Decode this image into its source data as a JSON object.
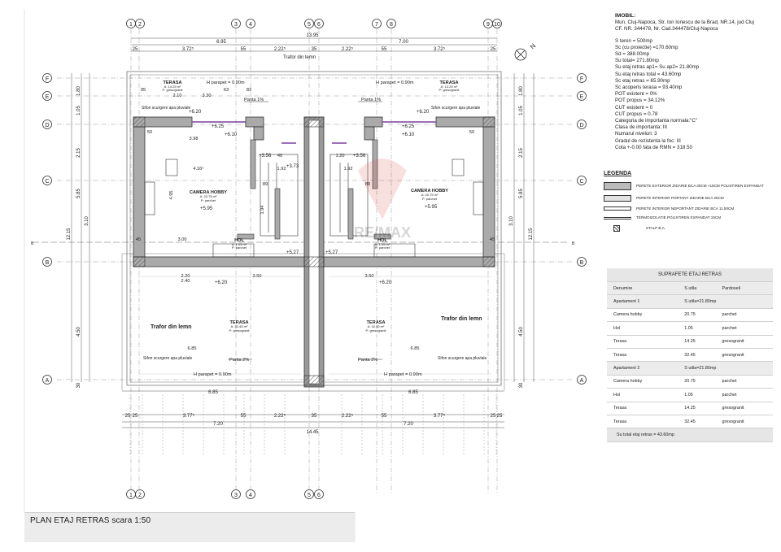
{
  "info": {
    "title": "IMOBIL:",
    "address_lines": [
      "Mun. Cluj-Napoca, Str. Ion Ionescu de la Brad, NR.14, jud Cluj",
      "CF. NR. 344478, Nr. Cad.344478/Cluj-Napoca"
    ],
    "stats": [
      "S teren = 500mp",
      "Sc (cu proiectie) =170.60mp",
      "Sd = 388.00mp",
      "Su total= 271.80mp",
      "Su etaj retras ap1= Su ap2= 21.80mp",
      "Su etaj retras total = 43.60mp",
      "Sc etaj retras = 65.90mp",
      "Sc acoperis terasa = 93.40mp",
      "POT existent = 0%",
      "POT propus = 34.12%",
      "CUT existent = 0",
      "CUT propus = 0.78",
      "Categoria de importanta normala:\"C\"",
      "Clasa de importanta: III",
      "Numarul niveluri: 3",
      "Gradul de rezistenta la foc: III",
      "Cota +-0.00 fata de RMN = 318.50"
    ]
  },
  "legend": {
    "title": "LEGENDA",
    "items": [
      "PERETE EXTERIOR ZIDARIE BCA 30CM +15CM POLISTIREN EXPANDAT",
      "PERETE INTERIOR PORTANT  ZIDARIE BCA 25CM",
      "PERETE INTERIOR NEPORTANT  ZIDARIE BCA 11.50CM",
      "TERMOIZOLATIE POLISTIREN EXPANDAT 15CM",
      "STALP B.A."
    ]
  },
  "areas": {
    "title": "SUPRAFETE ETAJ RETRAS",
    "headers": [
      "Denumire",
      "S utila",
      "Pardoseli"
    ],
    "groups": [
      {
        "name": "Apartament 1",
        "total": "S utila=21.80mp",
        "rows": [
          [
            "Camera hobby",
            "20.75",
            "parchet"
          ],
          [
            "Hol",
            "1.05",
            "parchet"
          ],
          [
            "Terasa",
            "14.25",
            "gresogranit"
          ],
          [
            "Terasa",
            "32.45",
            "gresogranit"
          ]
        ]
      },
      {
        "name": "Apartament 2",
        "total": "S utila=21.80mp",
        "rows": [
          [
            "Camera hobby",
            "20.75",
            "parchet"
          ],
          [
            "Hol",
            "1.05",
            "parchet"
          ],
          [
            "Terasa",
            "14.25",
            "gresogranit"
          ],
          [
            "Terasa",
            "32.45",
            "gresogranit"
          ]
        ]
      }
    ],
    "grand_total": "Su total etaj retras = 43.60mp"
  },
  "footer_title": "PLAN ETAJ RETRAS scara 1:50",
  "plan": {
    "top_axes": [
      "1",
      "2",
      "3",
      "4",
      "5",
      "6",
      "7",
      "8",
      "9",
      "10"
    ],
    "row_axes": [
      "F",
      "E",
      "D",
      "C",
      "B",
      "A"
    ],
    "section_mark": "B",
    "north": "N",
    "top_dims_total": "13.95",
    "top_dims_half": [
      "6.95",
      "7.00"
    ],
    "top_dims_parts": [
      "25",
      "3.72⁵",
      "55",
      "2.22⁵",
      "35",
      "2.22⁵",
      "55",
      "3.72⁵",
      "25"
    ],
    "bottom_dims_total": "14.45",
    "bottom_dims_half": [
      "6.85",
      "6.85",
      "7.20",
      "7.20"
    ],
    "bottom_dims_parts": [
      "25",
      "25",
      "3.77⁵",
      "55",
      "2.22⁵",
      "35",
      "2.22⁵",
      "55",
      "3.77⁵",
      "25",
      "25"
    ],
    "left_dims": [
      "1.80",
      "1.05",
      "2.15",
      "5.85",
      "3.10",
      "12.15",
      "4.50",
      "30"
    ],
    "right_dims": [
      "1.80",
      "1.05",
      "2.15",
      "5.85",
      "3.10",
      "12.15",
      "4.50",
      "30"
    ],
    "trafor_top": "Trafor din lemn",
    "trafor_left": "Trafor din lemn",
    "trafor_right": "Trafor din lemn",
    "parapet_top_left": "H parapet = 0.90m",
    "parapet_top_right": "H parapet = 0.90m",
    "parapet_bottom_left": "H parapet = 0.90m",
    "parapet_bottom_right": "H parapet = 0.90m",
    "sifon": "Sifon scurgere apa pluviale",
    "panta_1": "Panta 1%",
    "panta_2": "Panta 2%",
    "rooms": {
      "terasa_top_name": "TERASA",
      "terasa_top_area": "A: 14.25 m²",
      "terasa_top_floor": "P: gresogranit",
      "camera_name": "CAMERA HOBBY",
      "camera_area": "A: 20.75 m²",
      "camera_floor": "P: parchet",
      "hol_name": "HOL",
      "hol_area": "A: 1.05 m²",
      "hol_floor": "P: parchet",
      "terasa_bottom_name": "TERASA",
      "terasa_bottom_area": "A: 32.45 m²",
      "terasa_bottom_floor": "P: gresogranit"
    },
    "levels": [
      "+6.20",
      "+6.25",
      "+6.10",
      "+5.95",
      "+5.27",
      "+3.56",
      "+3.73",
      "+6.20"
    ],
    "misc_dims": [
      "95",
      "63",
      "82",
      "2.10",
      "3.30",
      "4.16⁵",
      "4.95",
      "3.98",
      "3.00",
      "2.20",
      "2.40",
      "1.92",
      "1.94",
      "89",
      "6.85",
      "3.50",
      "50",
      "45",
      "40",
      "1.20"
    ],
    "watermark": "RE/MAX"
  }
}
